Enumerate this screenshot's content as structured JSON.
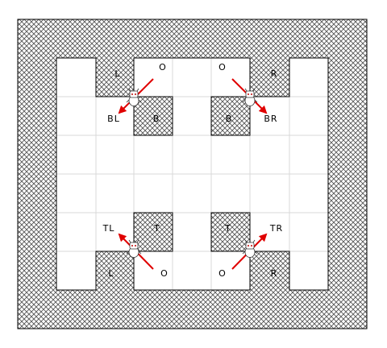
{
  "colors": {
    "wall_pattern": "#555555",
    "grid_line": "#d9d9d9",
    "arrow": "#e00000",
    "outline": "#000000",
    "robot_body": "#ffffff",
    "robot_eye": "#c83030"
  },
  "grid": {
    "shown": true
  },
  "groups": [
    {
      "id": "top-left",
      "obstacle_label": "B",
      "side_label": "L",
      "origin_label": "O",
      "target_label": "BL",
      "arrow_direction": "down-left",
      "robot_icon": "robot-icon"
    },
    {
      "id": "top-right",
      "obstacle_label": "B",
      "side_label": "R",
      "origin_label": "O",
      "target_label": "BR",
      "arrow_direction": "down-right",
      "robot_icon": "robot-icon"
    },
    {
      "id": "bottom-left",
      "obstacle_label": "T",
      "side_label": "L",
      "origin_label": "O",
      "target_label": "TL",
      "arrow_direction": "up-left",
      "robot_icon": "robot-icon"
    },
    {
      "id": "bottom-right",
      "obstacle_label": "T",
      "side_label": "R",
      "origin_label": "O",
      "target_label": "TR",
      "arrow_direction": "up-right",
      "robot_icon": "robot-icon"
    }
  ]
}
